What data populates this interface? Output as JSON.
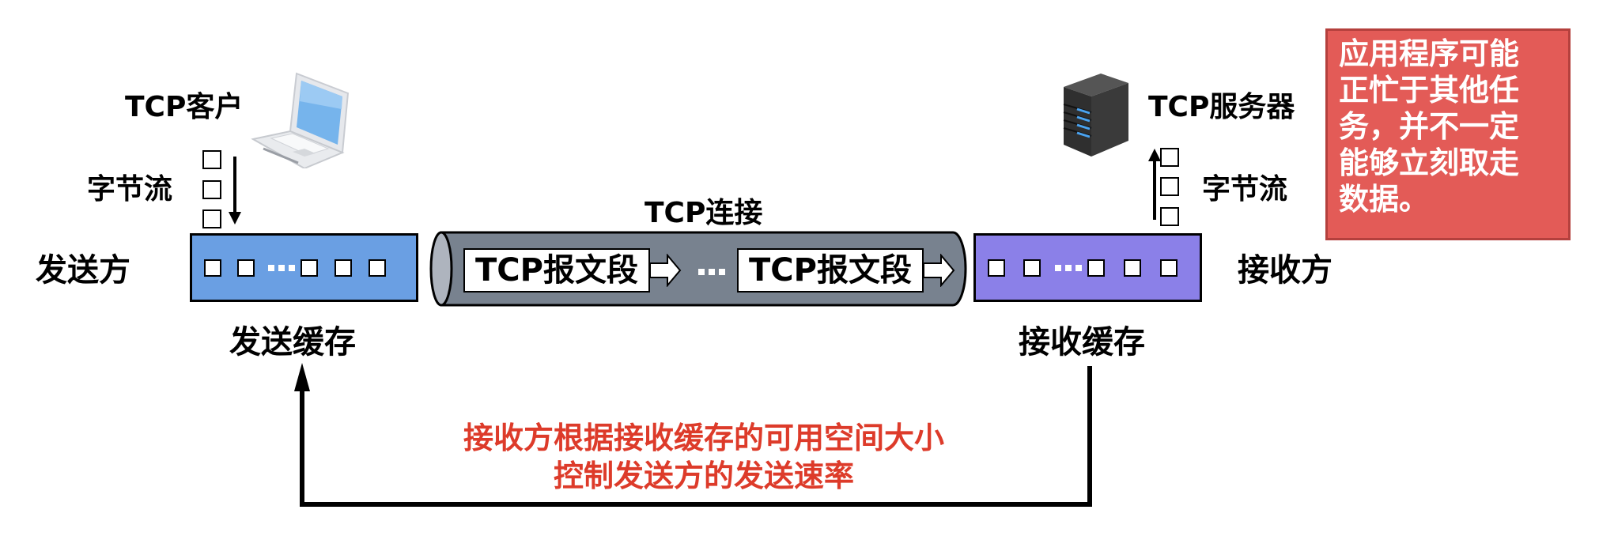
{
  "sender": {
    "side_label": "发送方",
    "host_label": "TCP客户",
    "stream_label": "字节流",
    "buffer_label": "发送缓存",
    "buffer_color": "#6a9fe3",
    "host_icon": "laptop-icon"
  },
  "receiver": {
    "side_label": "接收方",
    "host_label": "TCP服务器",
    "stream_label": "字节流",
    "buffer_label": "接收缓存",
    "buffer_color": "#8b80e8",
    "host_icon": "server-icon"
  },
  "connection": {
    "label": "TCP连接",
    "segments": [
      "TCP报文段",
      "TCP报文段"
    ],
    "ellipsis": "…",
    "pipe_color": "#78828f"
  },
  "note": {
    "lines": [
      "应用程序可能",
      "正忙于其他任",
      "务，并不一定",
      "能够立刻取走",
      "数据。"
    ],
    "bg_color": "#e35b57"
  },
  "feedback": {
    "lines": [
      "接收方根据接收缓存的可用空间大小",
      "控制发送方的发送速率"
    ],
    "color": "#dd3b2a"
  }
}
